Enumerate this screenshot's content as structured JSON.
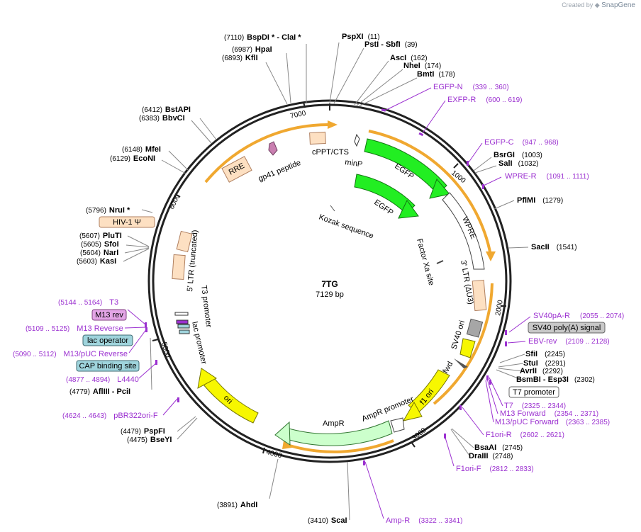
{
  "credit": {
    "prefix": "Created by",
    "brand": "SnapGene"
  },
  "plasmid": {
    "name": "7TG",
    "size_label": "7129 bp",
    "length": 7129
  },
  "ticks": [
    "1000",
    "2000",
    "3000",
    "4000",
    "5000",
    "6000",
    "7000"
  ],
  "enzymes": [
    {
      "name": "BspDI * - ClaI *",
      "pos": "(7110)"
    },
    {
      "name": "HpaI",
      "pos": "(6987)"
    },
    {
      "name": "KflI",
      "pos": "(6893)"
    },
    {
      "name": "PspXI",
      "pos": "(11)"
    },
    {
      "name": "PstI - SbfI",
      "pos": "(39)"
    },
    {
      "name": "AscI",
      "pos": "(162)"
    },
    {
      "name": "NheI",
      "pos": "(174)"
    },
    {
      "name": "BmtI",
      "pos": "(178)"
    },
    {
      "name": "BstAPI",
      "pos": "(6412)"
    },
    {
      "name": "BbvCI",
      "pos": "(6383)"
    },
    {
      "name": "MfeI",
      "pos": "(6148)"
    },
    {
      "name": "EcoNI",
      "pos": "(6129)"
    },
    {
      "name": "BsrGI",
      "pos": "(1003)"
    },
    {
      "name": "SalI",
      "pos": "(1032)"
    },
    {
      "name": "PflMI",
      "pos": "(1279)"
    },
    {
      "name": "SacII",
      "pos": "(1541)"
    },
    {
      "name": "NruI *",
      "pos": "(5796)"
    },
    {
      "name": "PluTI",
      "pos": "(5607)"
    },
    {
      "name": "SfoI",
      "pos": "(5605)"
    },
    {
      "name": "NarI",
      "pos": "(5604)"
    },
    {
      "name": "KasI",
      "pos": "(5603)"
    },
    {
      "name": "SfiI",
      "pos": "(2245)"
    },
    {
      "name": "StuI",
      "pos": "(2291)"
    },
    {
      "name": "AvrII",
      "pos": "(2292)"
    },
    {
      "name": "BsmBI - Esp3I",
      "pos": "(2302)"
    },
    {
      "name": "AflIII - PciI",
      "pos": "(4779)"
    },
    {
      "name": "BsaAI",
      "pos": "(2745)"
    },
    {
      "name": "DraIII",
      "pos": "(2748)"
    },
    {
      "name": "PspFI",
      "pos": "(4479)"
    },
    {
      "name": "BseYI",
      "pos": "(4475)"
    },
    {
      "name": "AhdI",
      "pos": "(3891)"
    },
    {
      "name": "ScaI",
      "pos": "(3410)"
    }
  ],
  "primers": [
    {
      "name": "EGFP-N",
      "pos": "(339 .. 360)"
    },
    {
      "name": "EXFP-R",
      "pos": "(600 .. 619)"
    },
    {
      "name": "EGFP-C",
      "pos": "(947 .. 968)"
    },
    {
      "name": "WPRE-R",
      "pos": "(1091 .. 1111)"
    },
    {
      "name": "SV40pA-R",
      "pos": "(2055 .. 2074)"
    },
    {
      "name": "EBV-rev",
      "pos": "(2109 .. 2128)"
    },
    {
      "name": "T7",
      "pos": "(2325 .. 2344)"
    },
    {
      "name": "M13 Forward",
      "pos": "(2354 .. 2371)"
    },
    {
      "name": "M13/pUC Forward",
      "pos": "(2363 .. 2385)"
    },
    {
      "name": "F1ori-R",
      "pos": "(2602 .. 2621)"
    },
    {
      "name": "F1ori-F",
      "pos": "(2812 .. 2833)"
    },
    {
      "name": "Amp-R",
      "pos": "(3322 .. 3341)"
    },
    {
      "name": "T3",
      "pos": "(5144 .. 5164)"
    },
    {
      "name": "M13 Reverse",
      "pos": "(5109 .. 5125)"
    },
    {
      "name": "M13/pUC Reverse",
      "pos": "(5090 .. 5112)"
    },
    {
      "name": "L4440",
      "pos": "(4877 .. 4894)"
    },
    {
      "name": "pBR322ori-F",
      "pos": "(4624 .. 4643)"
    }
  ],
  "boxed_labels": [
    {
      "name": "HIV-1 Ψ",
      "color": "#fde0c2"
    },
    {
      "name": "M13 rev",
      "color": "#e3a5e6"
    },
    {
      "name": "lac operator",
      "color": "#9fd4dc"
    },
    {
      "name": "CAP binding site",
      "color": "#9fd4dc"
    },
    {
      "name": "SV40 poly(A) signal",
      "color": "#c8c8c8"
    },
    {
      "name": "T7 promoter",
      "color": "#ffffff"
    }
  ],
  "features": [
    {
      "name": "EGFP"
    },
    {
      "name": "EGFP"
    },
    {
      "name": "minP"
    },
    {
      "name": "cPPT/CTS"
    },
    {
      "name": "gp41 peptide"
    },
    {
      "name": "RRE"
    },
    {
      "name": "Kozak sequence"
    },
    {
      "name": "WPRE"
    },
    {
      "name": "Factor Xa site"
    },
    {
      "name": "3' LTR (ΔU3)"
    },
    {
      "name": "SV40 ori"
    },
    {
      "name": "M13 fwd"
    },
    {
      "name": "f1 ori"
    },
    {
      "name": "AmpR promoter"
    },
    {
      "name": "AmpR"
    },
    {
      "name": "ori"
    },
    {
      "name": "lac promoter"
    },
    {
      "name": "T3 promoter"
    },
    {
      "name": "5' LTR (truncated)"
    }
  ],
  "colors": {
    "backbone": "#222222",
    "orange": "#f0a830",
    "egfp": "#22ee22",
    "yellow": "#f7f700",
    "ampr": "#ccffcc",
    "ltr": "#fde0c2",
    "primer": "#9b30d0"
  }
}
